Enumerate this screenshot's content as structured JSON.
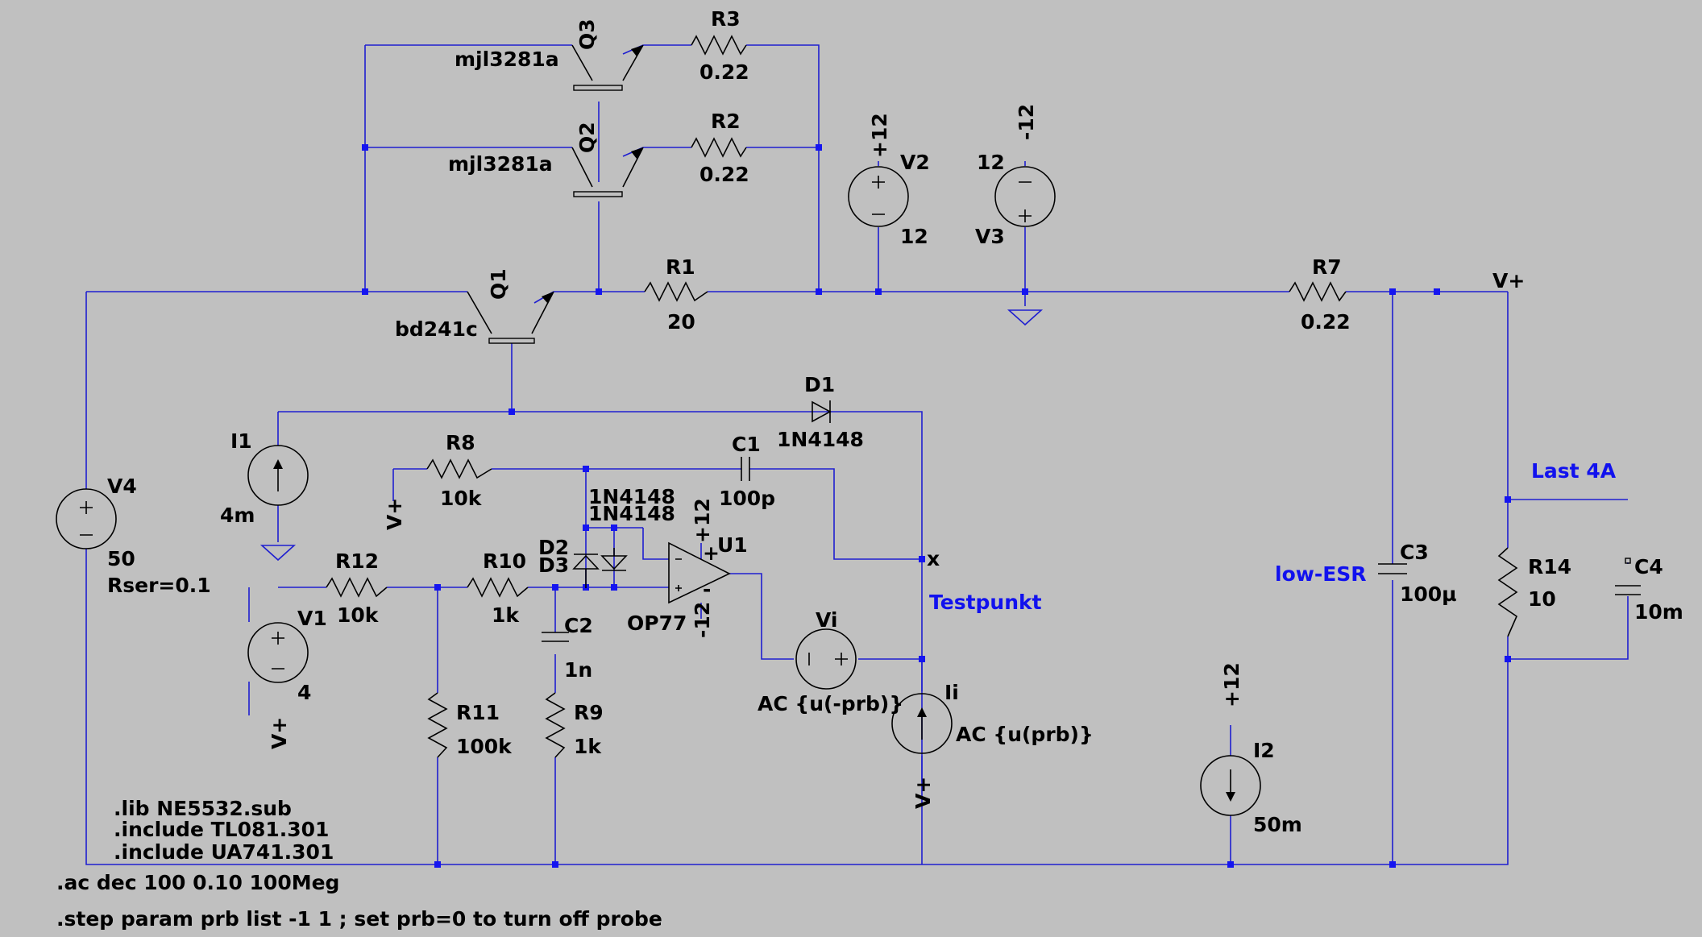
{
  "components": {
    "q3": {
      "name": "Q3",
      "model": "mjl3281a"
    },
    "q2": {
      "name": "Q2",
      "model": "mjl3281a"
    },
    "q1": {
      "name": "Q1",
      "model": "bd241c"
    },
    "r1": {
      "name": "R1",
      "value": "20"
    },
    "r2": {
      "name": "R2",
      "value": "0.22"
    },
    "r3": {
      "name": "R3",
      "value": "0.22"
    },
    "r7": {
      "name": "R7",
      "value": "0.22"
    },
    "r8": {
      "name": "R8",
      "value": "10k"
    },
    "r9": {
      "name": "R9",
      "value": "1k"
    },
    "r10": {
      "name": "R10",
      "value": "1k"
    },
    "r11": {
      "name": "R11",
      "value": "100k"
    },
    "r12": {
      "name": "R12",
      "value": "10k"
    },
    "r14": {
      "name": "R14",
      "value": "10"
    },
    "c1": {
      "name": "C1",
      "value": "100p"
    },
    "c2": {
      "name": "C2",
      "value": "1n"
    },
    "c3": {
      "name": "C3",
      "value": "100µ"
    },
    "c4": {
      "name": "C4",
      "value": "10m"
    },
    "d1": {
      "name": "D1",
      "model": "1N4148"
    },
    "d2": {
      "name": "D2",
      "model": "1N4148"
    },
    "d3": {
      "name": "D3",
      "model": "1N4148"
    },
    "u1": {
      "name": "U1",
      "model": "OP77",
      "vpos": "+12",
      "vneg": "-12"
    },
    "v1": {
      "name": "V1",
      "value": "4",
      "net": "V+"
    },
    "v2": {
      "name": "V2",
      "value": "12",
      "net": "+12"
    },
    "v3": {
      "name": "V3",
      "value": "12",
      "net": "-12"
    },
    "v4": {
      "name": "V4",
      "value": "50",
      "rser": "Rser=0.1"
    },
    "i1": {
      "name": "I1",
      "value": "4m"
    },
    "i2": {
      "name": "I2",
      "value": "50m",
      "net": "+12"
    },
    "vi": {
      "name": "Vi",
      "value": "AC {u(-prb)}"
    },
    "ii": {
      "name": "Ii",
      "value": "AC {u(prb)}",
      "net": "V+"
    }
  },
  "nets": {
    "vplus": "V+",
    "vplus_r8": "V+",
    "x": "x"
  },
  "annotations": {
    "load": "Last 4A",
    "testpoint": "Testpunkt",
    "low_esr": "low-ESR"
  },
  "directives": {
    "lib": ".lib NE5532.sub",
    "include1": ".include TL081.301",
    "include2": ".include UA741.301",
    "ac": ".ac dec 100 0.10 100Meg",
    "step": ".step param prb list -1 1 ; set prb=0 to turn off probe"
  },
  "colors": {
    "background": "#c0c0c0",
    "wire": "#1f1fd0",
    "component": "#000000",
    "annotation": "#1111ee"
  }
}
